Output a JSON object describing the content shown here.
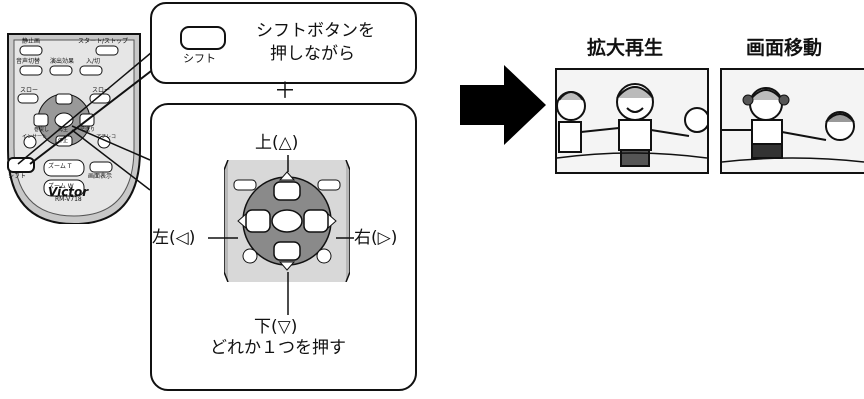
{
  "remote": {
    "brand": "Victor",
    "model": "RM-V718",
    "buttons": {
      "still": "静止画",
      "start_stop": "スタート/ストップ",
      "audio_switch": "音声切替",
      "effect": "演出効果",
      "power": "入/切",
      "slow_left": "スロー",
      "slow_right": "スロー",
      "rewind": "巻戻し",
      "play": "再生",
      "ff": "早送り",
      "stop": "停止",
      "insert": "インサート",
      "dub": "アフレコ",
      "shift": "シフト",
      "zoom_t": "ズーム T",
      "zoom_w": "ズーム W",
      "display": "画面表示"
    }
  },
  "callout": {
    "key_label": "シフト",
    "instruction_line1": "シフトボタンを",
    "instruction_line2": "押しながら"
  },
  "plus_sign": "＋",
  "directions": {
    "up": "上(△)",
    "down": "下(▽)",
    "left": "左(◁)",
    "right": "右(▷)",
    "note": "どれか１つを押す"
  },
  "results": {
    "zoom_title": "拡大再生",
    "pan_title": "画面移動"
  },
  "colors": {
    "ink": "#111111",
    "remote_body": "#c8c8c8",
    "remote_dark": "#555555",
    "arrow": "#000000"
  }
}
